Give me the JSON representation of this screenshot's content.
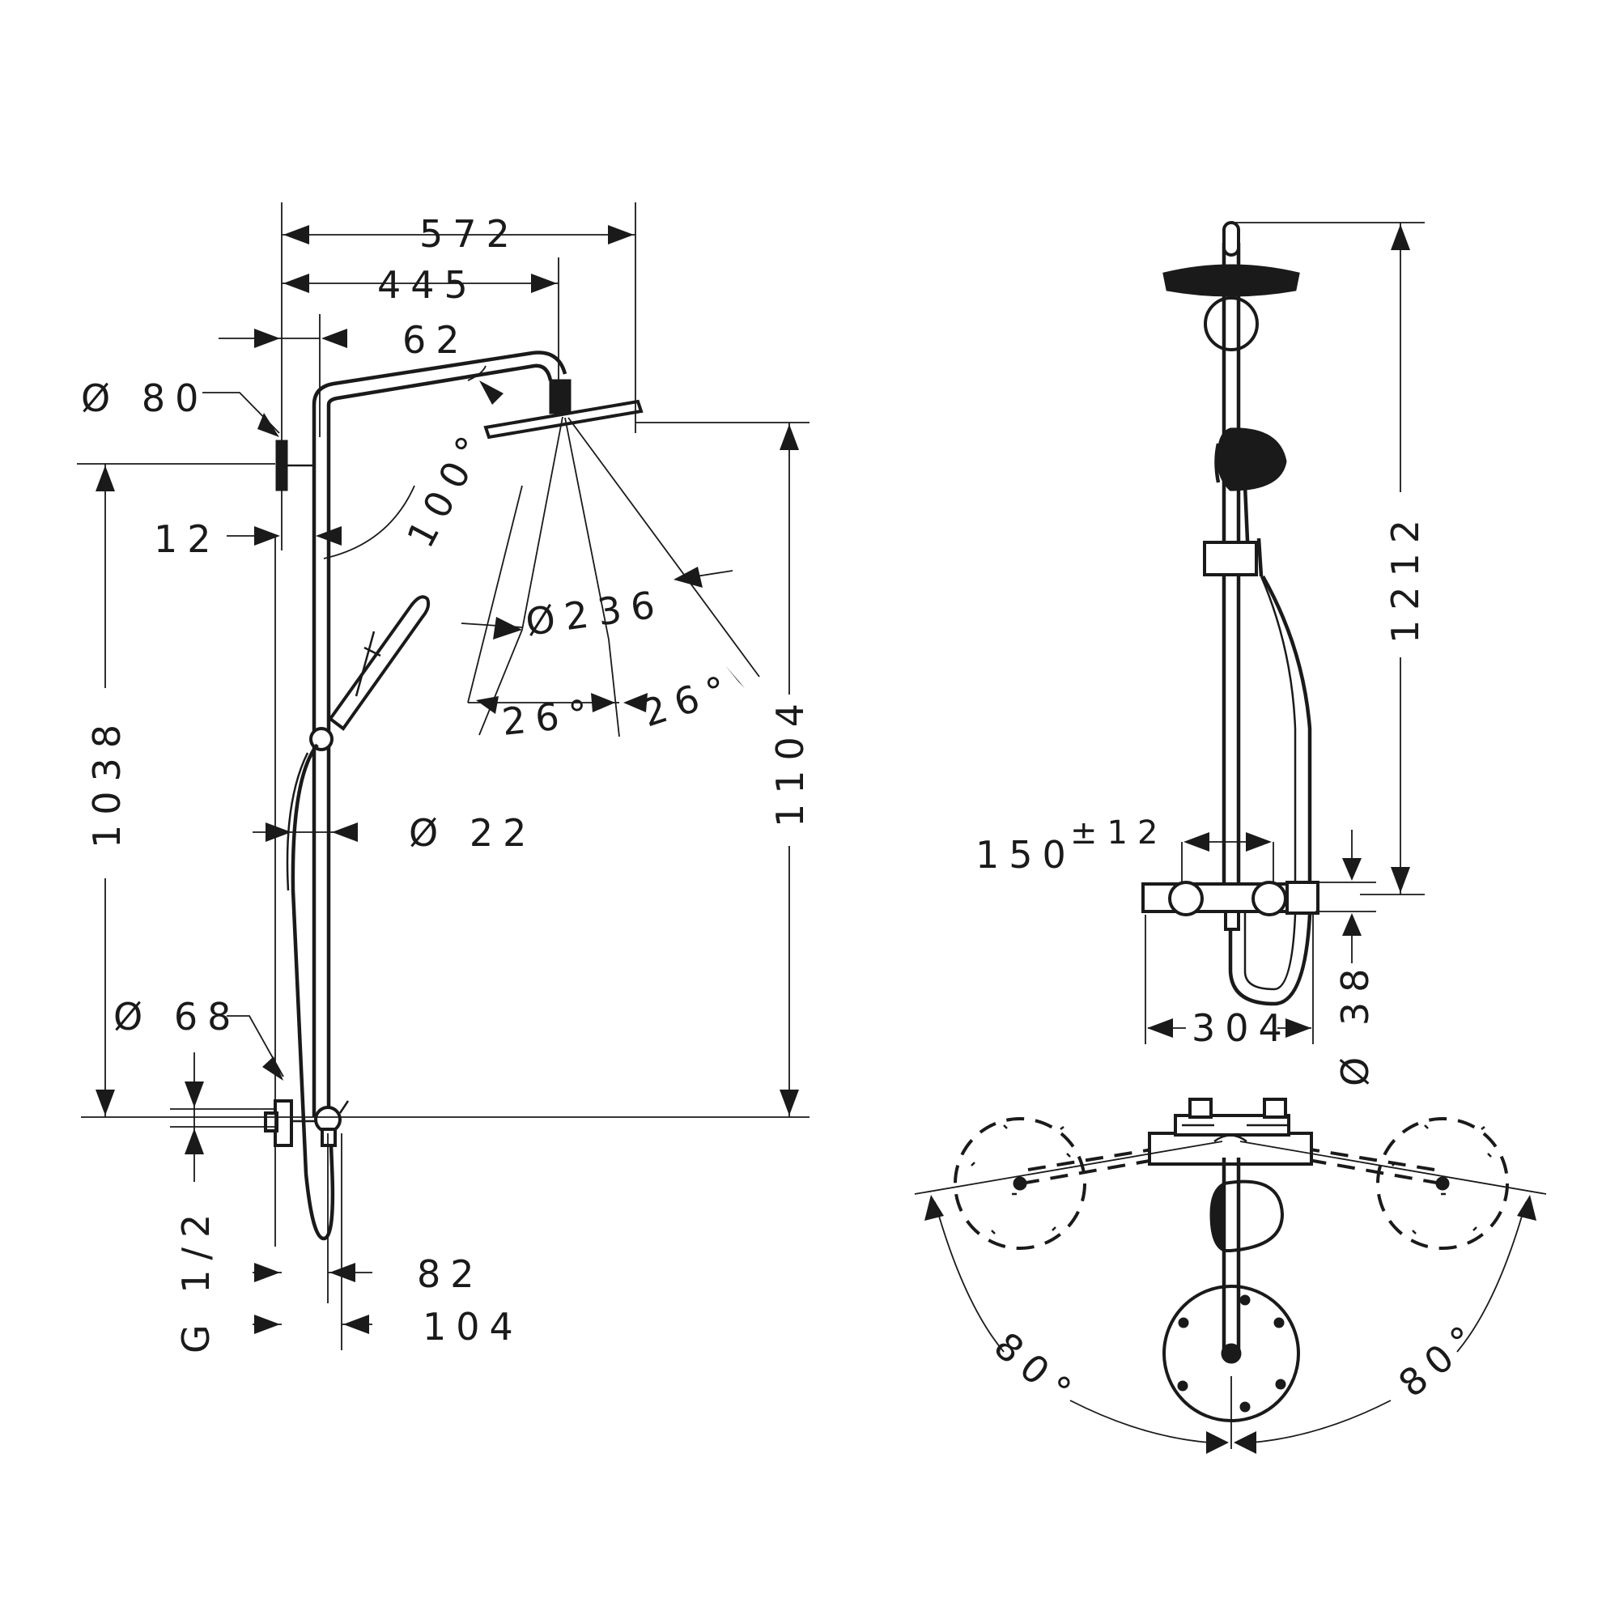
{
  "dimensions": {
    "d_572": "572",
    "d_445": "445",
    "d_62": "62",
    "d_phi80": "Ø 80",
    "d_12": "12",
    "d_100deg": "100°",
    "d_phi236": "Ø236",
    "d_26a": "26°",
    "d_26b": "26°",
    "d_1038": "1038",
    "d_1104": "1104",
    "d_phi22": "Ø 22",
    "d_phi68": "Ø 68",
    "d_g12": "G 1/2",
    "d_82": "82",
    "d_104": "104",
    "d_1212": "1212",
    "d_150": "150",
    "d_pm12": "±12",
    "d_304": "304",
    "d_phi38": "Ø 38",
    "d_80a": "80°",
    "d_80b": "80°"
  }
}
